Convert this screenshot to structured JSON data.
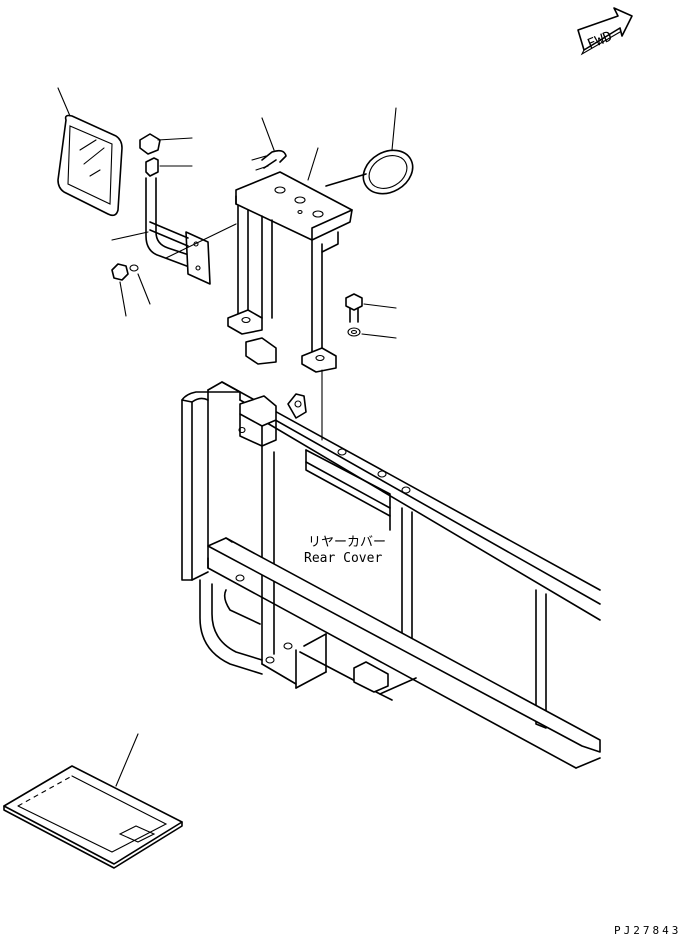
{
  "fwd_arrow": {
    "label": "FWD"
  },
  "cover_label": {
    "jp": "リヤーカバー",
    "en": "Rear Cover"
  },
  "drawing_code": "PJ27843"
}
